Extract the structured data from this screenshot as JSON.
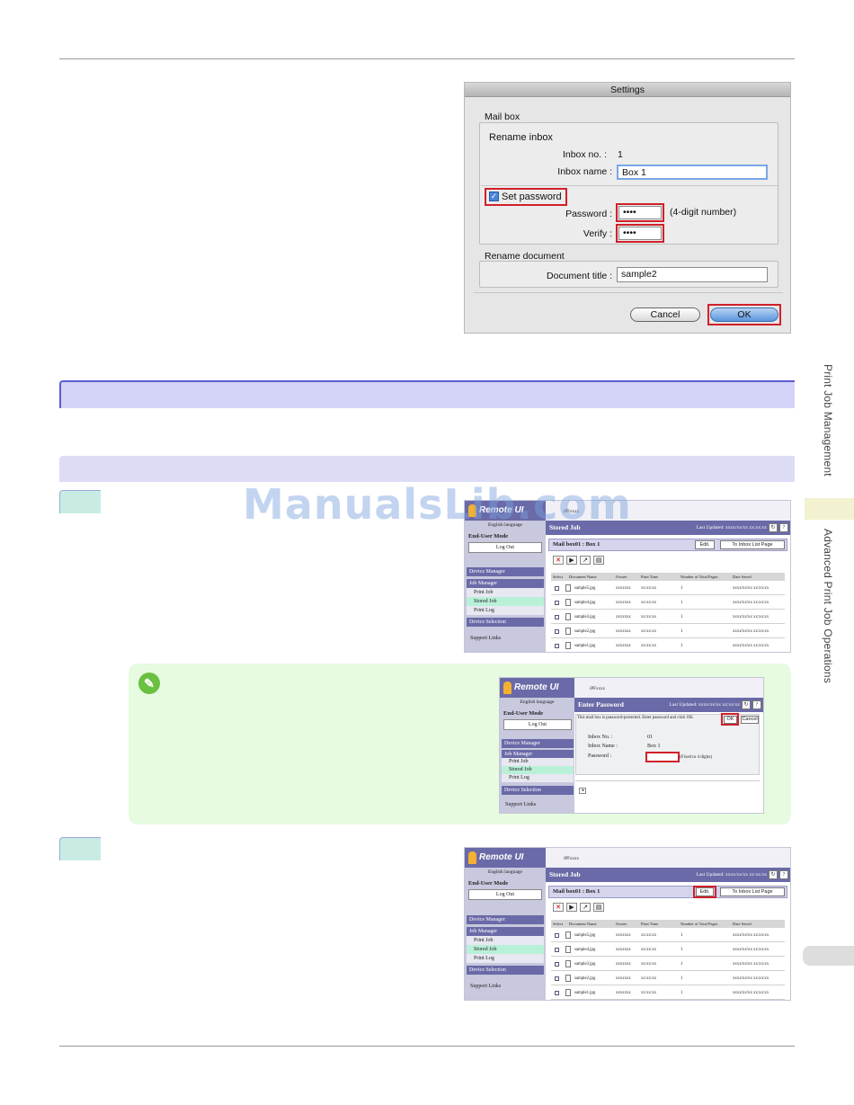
{
  "settings_dialog": {
    "title": "Settings",
    "mailbox_group": "Mail box",
    "rename_inbox": "Rename inbox",
    "inbox_no_label": "Inbox no. :",
    "inbox_no_value": "1",
    "inbox_name_label": "Inbox name :",
    "inbox_name_value": "Box 1",
    "set_password_label": "Set password",
    "password_label": "Password :",
    "password_value": "••••",
    "password_hint": "(4-digit number)",
    "verify_label": "Verify :",
    "verify_value": "••••",
    "rename_document": "Rename document",
    "document_title_label": "Document title :",
    "document_title_value": "sample2",
    "cancel_label": "Cancel",
    "ok_label": "OK"
  },
  "side_tab": {
    "section": "Print Job Management",
    "chapter": "Advanced Print Job Operations"
  },
  "watermark": "ManualsLib.com",
  "remote_ui": {
    "logo": "Remote UI",
    "language": "English language",
    "mode": "End-User Mode",
    "logout": "Log Out",
    "device_manager": "Device Manager",
    "job_manager": "Job Manager",
    "print_job": "Print Job",
    "stored_job": "Stored Job",
    "print_log": "Print Log",
    "device_selection": "Device Selection",
    "support_links": "Support Links",
    "printer_name": "iPFxxxx",
    "last_updated": "Last Updated: xxxx/xx/xx xx:xx:xx",
    "refresh_glyph": "↻",
    "help_glyph": "?"
  },
  "stored_job_screen": {
    "title": "Stored Job",
    "mailbox": "Mail box01 : Box 1",
    "edit": "Edit.",
    "to_inbox": "To Inbox List Page",
    "tool_delete": "✕",
    "tool_print": "▶",
    "tool_a": "↗",
    "tool_b": "▤",
    "columns": [
      "Select",
      "Document Name",
      "Owner",
      "Print Time",
      "Number of Total Pages",
      "Date Saved"
    ],
    "rows": [
      {
        "name": "sample5.jpg",
        "owner": "xxxxxxx",
        "time": "xx:xx:xx",
        "pages": "1",
        "date": "xxxx/xx/xx xx:xx:xx"
      },
      {
        "name": "sample4.jpg",
        "owner": "xxxxxxx",
        "time": "xx:xx:xx",
        "pages": "1",
        "date": "xxxx/xx/xx xx:xx:xx"
      },
      {
        "name": "sample3.jpg",
        "owner": "xxxxxxx",
        "time": "xx:xx:xx",
        "pages": "1",
        "date": "xxxx/xx/xx xx:xx:xx"
      },
      {
        "name": "sample2.jpg",
        "owner": "xxxxxxx",
        "time": "xx:xx:xx",
        "pages": "1",
        "date": "xxxx/xx/xx xx:xx:xx"
      },
      {
        "name": "sample1.jpg",
        "owner": "xxxxxxx",
        "time": "xx:xx:xx",
        "pages": "1",
        "date": "xxxx/xx/xx xx:xx:xx"
      }
    ]
  },
  "enter_password_screen": {
    "title": "Enter Password",
    "message": "This mail box is password-protected. Enter password and click OK.",
    "ok": "OK",
    "cancel": "Cancel",
    "inbox_no_label": "Inbox No. :",
    "inbox_no_value": "01",
    "inbox_name_label": "Inbox Name :",
    "inbox_name_value": "Box 1",
    "password_label": "Password :",
    "password_hint": "(Fixed to 4 digits)",
    "back_glyph": "◂"
  },
  "note_icon_glyph": "✎"
}
